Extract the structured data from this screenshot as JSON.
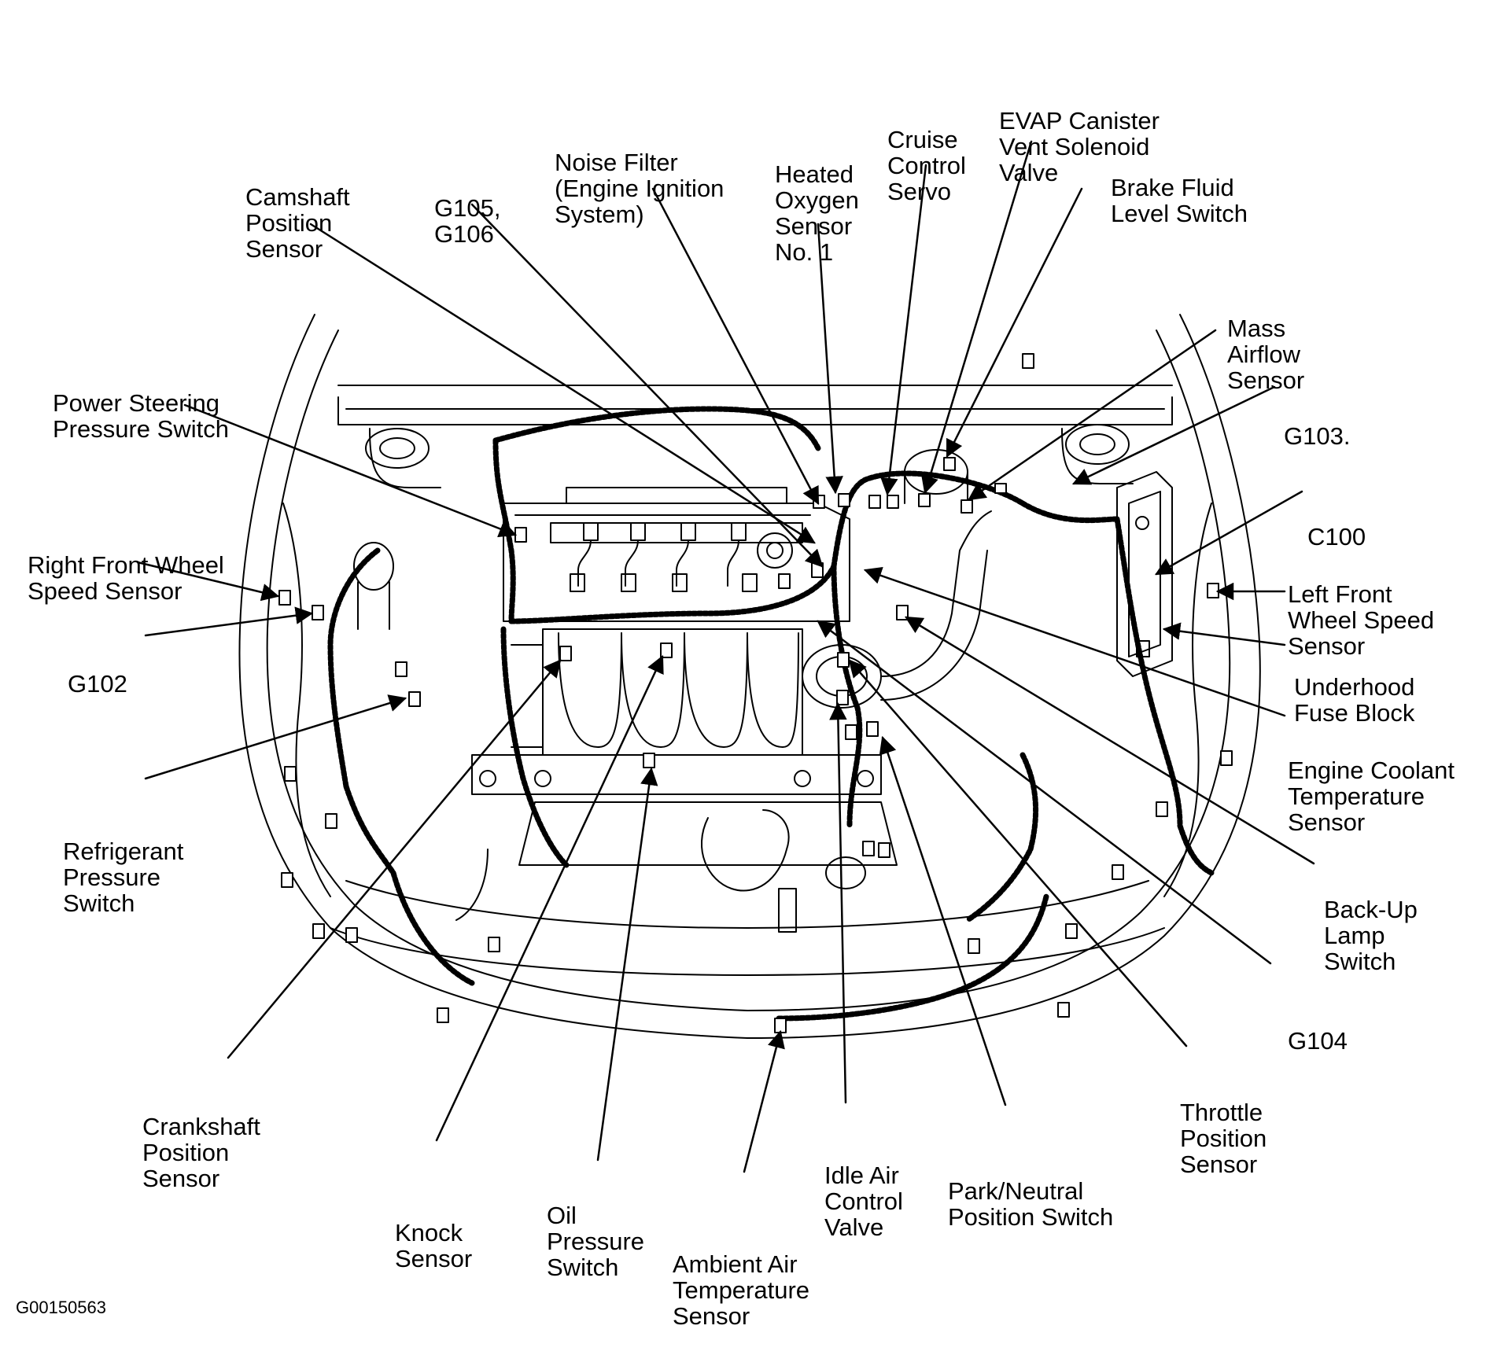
{
  "figure_id": "G00150563",
  "colors": {
    "ink": "#000000",
    "background": "#ffffff"
  },
  "labels": [
    {
      "name": "camshaft-position-sensor-label",
      "lines": [
        "Camshaft",
        "Position",
        "Sensor"
      ]
    },
    {
      "name": "g105-g106-label",
      "lines": [
        "G105,",
        "G106"
      ]
    },
    {
      "name": "noise-filter-label",
      "lines": [
        "Noise Filter",
        "(Engine Ignition",
        "System)"
      ]
    },
    {
      "name": "heated-oxygen-sensor-label",
      "lines": [
        "Heated",
        "Oxygen",
        "Sensor",
        "No. 1"
      ]
    },
    {
      "name": "cruise-control-servo-label",
      "lines": [
        "Cruise",
        "Control",
        "Servo"
      ]
    },
    {
      "name": "evap-canister-vent-solenoid-valve-label",
      "lines": [
        "EVAP Canister",
        "Vent Solenoid",
        "Valve"
      ]
    },
    {
      "name": "brake-fluid-level-switch-label",
      "lines": [
        "Brake Fluid",
        "Level Switch"
      ]
    },
    {
      "name": "mass-airflow-sensor-label",
      "lines": [
        "Mass",
        "Airflow",
        "Sensor"
      ]
    },
    {
      "name": "g103-label",
      "lines": [
        "G103."
      ]
    },
    {
      "name": "c100-label",
      "lines": [
        "C100"
      ]
    },
    {
      "name": "left-front-wheel-speed-sensor-label",
      "lines": [
        "Left Front",
        "Wheel Speed",
        "Sensor"
      ]
    },
    {
      "name": "underhood-fuse-block-label",
      "lines": [
        "Underhood",
        "Fuse Block"
      ]
    },
    {
      "name": "engine-coolant-temperature-sensor-label",
      "lines": [
        "Engine Coolant",
        "Temperature",
        "Sensor"
      ]
    },
    {
      "name": "back-up-lamp-switch-label",
      "lines": [
        "Back-Up",
        "Lamp",
        "Switch"
      ]
    },
    {
      "name": "g104-label",
      "lines": [
        "G104"
      ]
    },
    {
      "name": "throttle-position-sensor-label",
      "lines": [
        "Throttle",
        "Position",
        "Sensor"
      ]
    },
    {
      "name": "park-neutral-position-switch-label",
      "lines": [
        "Park/Neutral",
        "Position Switch"
      ]
    },
    {
      "name": "idle-air-control-valve-label",
      "lines": [
        "Idle Air",
        "Control",
        "Valve"
      ]
    },
    {
      "name": "ambient-air-temperature-sensor-label",
      "lines": [
        "Ambient Air",
        "Temperature",
        "Sensor"
      ]
    },
    {
      "name": "oil-pressure-switch-label",
      "lines": [
        "Oil",
        "Pressure",
        "Switch"
      ]
    },
    {
      "name": "knock-sensor-label",
      "lines": [
        "Knock",
        "Sensor"
      ]
    },
    {
      "name": "crankshaft-position-sensor-label",
      "lines": [
        "Crankshaft",
        "Position",
        "Sensor"
      ]
    },
    {
      "name": "refrigerant-pressure-switch-label",
      "lines": [
        "Refrigerant",
        "Pressure",
        "Switch"
      ]
    },
    {
      "name": "g102-label",
      "lines": [
        "G102"
      ]
    },
    {
      "name": "right-front-wheel-speed-sensor-label",
      "lines": [
        "Right Front Wheel",
        "Speed Sensor"
      ]
    },
    {
      "name": "power-steering-pressure-switch-label",
      "lines": [
        "Power Steering",
        "Pressure Switch"
      ]
    }
  ]
}
